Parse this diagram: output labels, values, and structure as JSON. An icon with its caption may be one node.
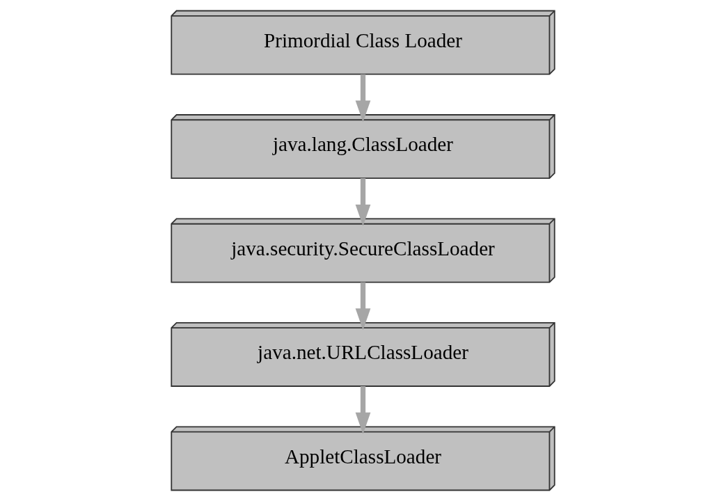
{
  "diagram": {
    "nodes": [
      {
        "text": [
          "Primordial Class Loader"
        ]
      },
      {
        "text": [
          "java.lang.ClassLoader"
        ]
      },
      {
        "text": [
          "java.security.SecureClassLoader"
        ]
      },
      {
        "text": [
          "java.net.URLClassLoader"
        ]
      },
      {
        "text": [
          "AppletClassLoader"
        ]
      }
    ],
    "edges": [
      {
        "from": 0,
        "to": 1,
        "arrow": "to"
      },
      {
        "from": 1,
        "to": 2,
        "arrow": "to"
      },
      {
        "from": 2,
        "to": 3,
        "arrow": "to"
      },
      {
        "from": 3,
        "to": 4,
        "arrow": "to"
      }
    ]
  }
}
